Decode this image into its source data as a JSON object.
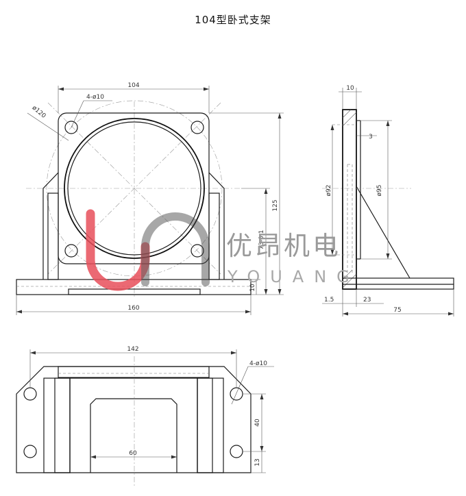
{
  "title": "104型卧式支架",
  "watermark": {
    "cn": "优昂机电",
    "en": "YOUANG",
    "accent": "#e8505b"
  },
  "front_view": {
    "width_top": "104",
    "holes_label": "4-ø10",
    "pcd_label": "ø120",
    "height_total": "125",
    "center_height": "73-0.1",
    "base_thickness": "10",
    "base_width": "160"
  },
  "side_view": {
    "flange_thickness": "10",
    "step": "3",
    "bore_small": "ø92",
    "bore_large": "ø95",
    "offset": "1.5",
    "web_depth": "23",
    "base_length": "75"
  },
  "top_view": {
    "overall": "142",
    "holes_label": "4-ø10",
    "slot_width": "60",
    "hole_pitch": "40",
    "hole_edge": "13"
  }
}
